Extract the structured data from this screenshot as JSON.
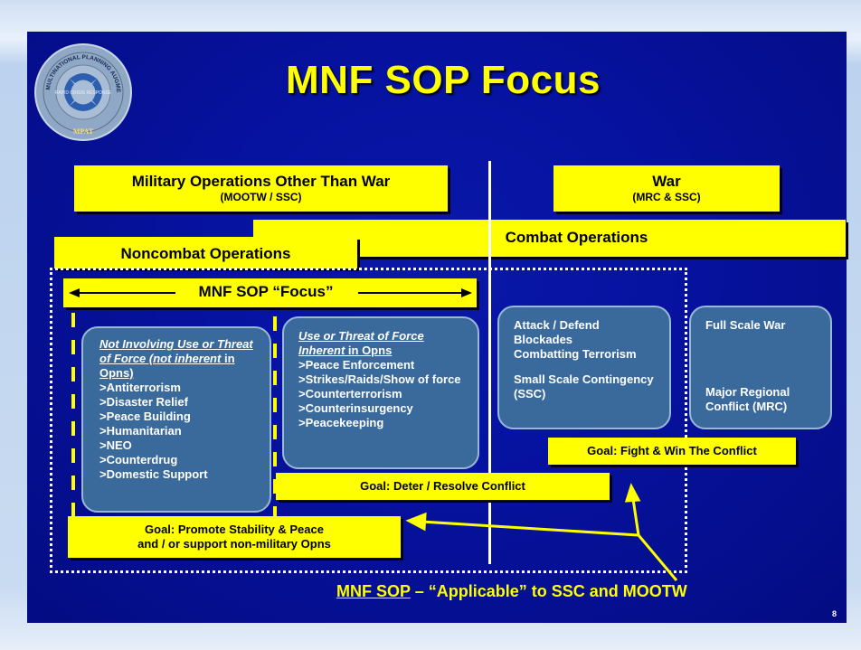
{
  "title": "MNF SOP Focus",
  "seal": {
    "top_text": "MULTINATIONAL PLANNING AUGMENTATION TEAM",
    "center_text": "RAPID CRISIS RESPONSE",
    "bottom_text": "MPAT"
  },
  "mootw": {
    "main": "Military Operations Other Than War",
    "sub": "(MOOTW / SSC)"
  },
  "war": {
    "main": "War",
    "sub": "(MRC & SSC)"
  },
  "combat_ops": "Combat Operations",
  "noncombat_ops": "Noncombat Operations",
  "focus_label": "MNF SOP “Focus”",
  "box_not_involving": {
    "header": "Not Involving Use or Threat of Force (not inherent in Opns)",
    "header_parts": [
      "Not Involving Use or Threat of Force (not inherent",
      " in Opns)"
    ],
    "items": [
      ">Antiterrorism",
      ">Disaster Relief",
      ">Peace Building",
      ">Humanitarian",
      ">NEO",
      ">Counterdrug",
      ">Domestic  Support"
    ]
  },
  "box_use_threat": {
    "header_parts": [
      "Use or Threat of Force Inherent",
      " in Opns"
    ],
    "items": [
      ">Peace Enforcement",
      ">Strikes/Raids/Show of force",
      ">Counterterrorism",
      ">Counterinsurgency",
      ">Peacekeeping"
    ]
  },
  "box_attack": {
    "items": [
      "Attack / Defend",
      "Blockades",
      "Combatting Terrorism"
    ],
    "bottom": "Small Scale Contingency (SSC)"
  },
  "box_fullscale": {
    "top": "Full Scale War",
    "bottom": "Major Regional Conflict (MRC)"
  },
  "goal_fight": "Goal: Fight & Win The Conflict",
  "goal_deter": "Goal: Deter / Resolve Conflict",
  "goal_promote": {
    "line1": "Goal: Promote Stability & Peace",
    "line2": "and / or support non-military Opns"
  },
  "footer": {
    "underlined": "MNF SOP",
    "rest": " – “Applicable” to SSC and MOOTW"
  },
  "page_number": "8",
  "colors": {
    "background": "#0612a0",
    "accent": "#ffff00",
    "box": "#3a6a9c"
  }
}
